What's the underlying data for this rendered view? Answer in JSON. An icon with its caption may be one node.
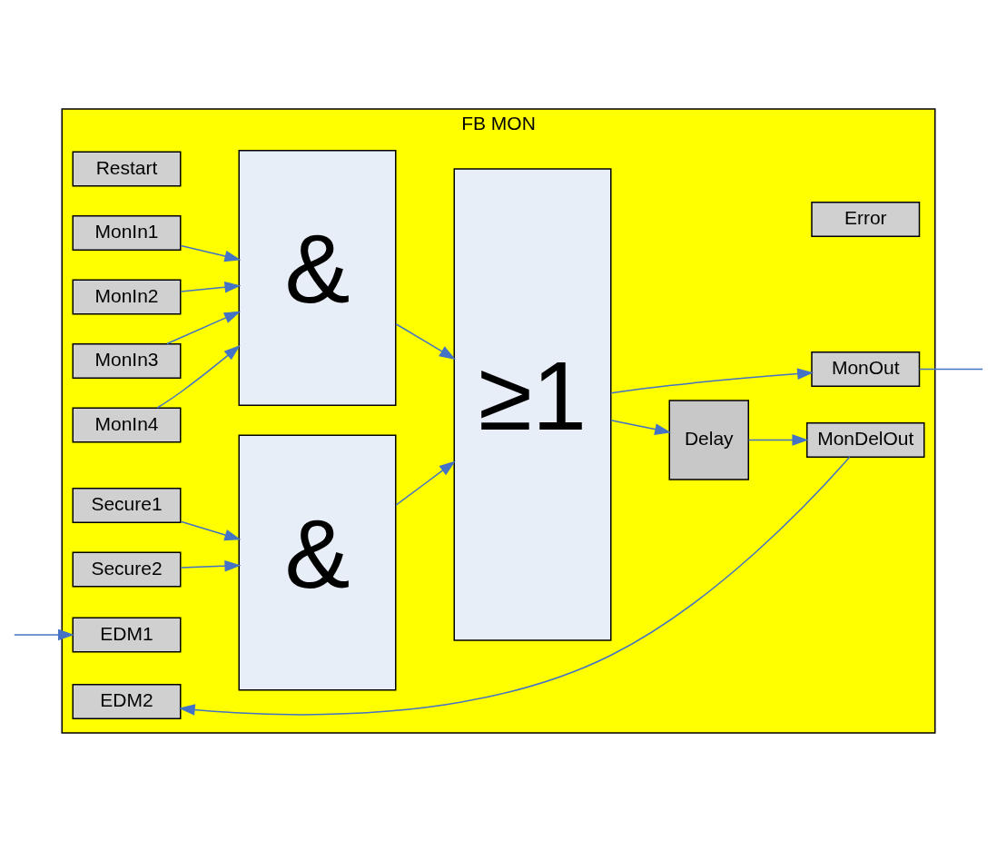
{
  "diagram": {
    "nodes": [
      {
        "text": [
          "FB MON"
        ]
      },
      {
        "text": [
          "Restart"
        ],
        "in": 0
      },
      {
        "text": [
          "Error"
        ],
        "in": 0
      },
      {
        "text": [
          "MonIn1"
        ],
        "in": 0
      },
      {
        "text": [
          "MonIn2"
        ],
        "in": 0
      },
      {
        "text": [
          "MonIn3"
        ],
        "in": 0
      },
      {
        "text": [
          "MonIn4"
        ],
        "in": 0
      },
      {
        "text": [
          "&"
        ],
        "in": 0
      },
      {
        "text": [
          "≥1"
        ],
        "in": 0
      },
      {
        "text": [
          "MonOut"
        ],
        "in": 0
      },
      {
        "text": [
          "Delay"
        ],
        "in": 0
      },
      {
        "text": [
          "MonDelOut"
        ],
        "in": 0
      },
      {
        "text": [
          "Secure1"
        ],
        "in": 0
      },
      {
        "text": [
          "Secure2"
        ],
        "in": 0
      },
      {
        "text": [
          "&"
        ],
        "in": 0
      },
      {
        "text": [
          "EDM1"
        ],
        "in": 0
      },
      {
        "text": [
          "EDM2"
        ],
        "in": 0
      }
    ],
    "edges": [
      {
        "from": 3,
        "to": 7,
        "arrow": "to"
      },
      {
        "from": 4,
        "to": 7,
        "arrow": "to"
      },
      {
        "from": 5,
        "to": 7,
        "arrow": "to"
      },
      {
        "from": 6,
        "to": 7,
        "arrow": "to"
      },
      {
        "from": 7,
        "to": 8,
        "arrow": "to"
      },
      {
        "from": 12,
        "to": 14,
        "arrow": "to"
      },
      {
        "from": 13,
        "to": 14,
        "arrow": "to"
      },
      {
        "from": 14,
        "to": 8,
        "arrow": "to"
      },
      {
        "from": 8,
        "to": 9,
        "arrow": "to"
      },
      {
        "from": 8,
        "to": 10,
        "arrow": "to"
      },
      {
        "from": 10,
        "to": 11,
        "arrow": "to"
      },
      {
        "from": 9,
        "to": null,
        "arrow": "none"
      },
      {
        "from": null,
        "to": 15,
        "arrow": "to"
      },
      {
        "from": 11,
        "to": 16,
        "arrow": "to"
      }
    ]
  }
}
